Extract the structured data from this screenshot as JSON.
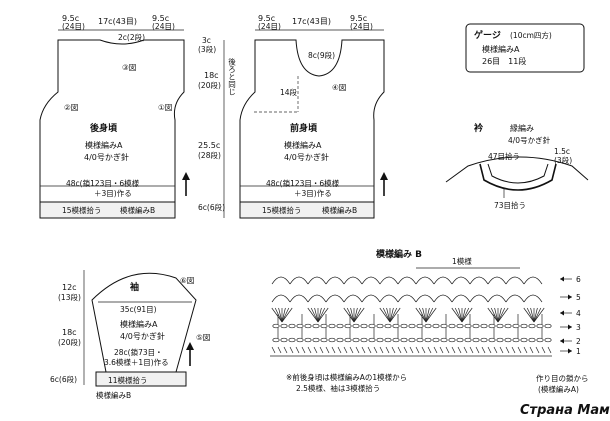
{
  "back": {
    "w_left": "9.5c",
    "w_left_sts": "(24目)",
    "w_mid": "17c(43目)",
    "w_right": "9.5c",
    "w_right_sts": "(24目)",
    "neck": "2c(2段)",
    "ref3": "③図",
    "ref2": "②図",
    "ref1": "①図",
    "title": "後身頃",
    "stitch": "模様編みA",
    "hook": "4/0号かぎ針",
    "base1": "48c(鎖123目・6模様",
    "base2": "＋3目)作る",
    "band": "15模様拾う",
    "band_stitch": "模様編みB"
  },
  "side": {
    "h1": "3c",
    "h1_rows": "(3段)",
    "h2": "18c",
    "h2_rows": "(20段)",
    "h3": "25.5c",
    "h3_rows": "(28段)",
    "h4": "6c(6段)",
    "same": "後ろと同じ"
  },
  "front": {
    "w_left": "9.5c",
    "w_left_sts": "(24目)",
    "w_mid": "17c(43目)",
    "w_right": "9.5c",
    "w_right_sts": "(24目)",
    "neck": "8c(9段)",
    "ref4": "④図",
    "rows14": "14段",
    "title": "前身頃",
    "stitch": "模様編みA",
    "hook": "4/0号かぎ針",
    "base1": "48c(鎖123目・6模様",
    "base2": "＋3目)作る",
    "band": "15模様拾う",
    "band_stitch": "模様編みB"
  },
  "gauge": {
    "title": "ゲージ",
    "title_sub": "(10cm四方)",
    "line1": "模様編みA",
    "line2": "26目　11段"
  },
  "collar": {
    "title": "衿",
    "stitch": "縁編み",
    "hook": "4/0号かぎ針",
    "sts": "47目拾う",
    "h": "1.5c",
    "h_rows": "(3段)",
    "bottom_sts": "73目拾う"
  },
  "sleeve": {
    "h_top": "12c",
    "h_top_rows": "(13段)",
    "h_mid": "18c",
    "h_mid_rows": "(20段)",
    "h_bot": "6c(6段)",
    "ref6": "⑥図",
    "ref5": "⑤図",
    "width": "35c(91目)",
    "title": "袖",
    "stitch": "模様編みA",
    "hook": "4/0号かぎ針",
    "base1": "28c(鎖73目・",
    "base2": "3.6模様＋1目)作る",
    "band": "11模様拾う",
    "band_stitch": "模様編みB"
  },
  "chart": {
    "title": "模様編み B",
    "repeat": "1模様",
    "rows": [
      "6",
      "5",
      "4",
      "3",
      "2",
      "1"
    ],
    "note1": "※前後身頃は模様編みAの1模様から",
    "note2": "2.5模様、袖は3模様拾う",
    "start1": "作り目の鎖から",
    "start2": "(模様編みA)"
  },
  "watermark": "Страна Мам"
}
